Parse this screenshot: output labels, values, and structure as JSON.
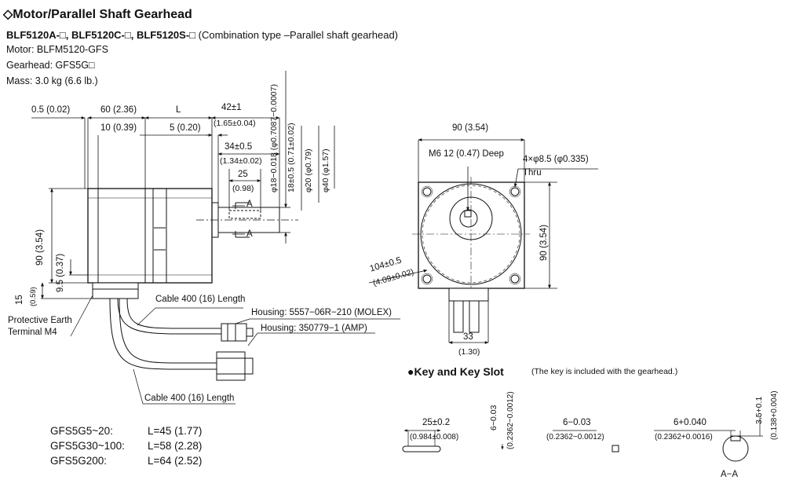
{
  "header": {
    "title": "◇Motor/Parallel Shaft Gearhead",
    "models": "BLF5120A-□, BLF5120C-□, BLF5120S-□",
    "models_note": "(Combination type –Parallel shaft gearhead)",
    "motor": "Motor: BLFM5120-GFS",
    "gearhead": "Gearhead: GFS5G□",
    "mass": "Mass: 3.0 kg (6.6 lb.)"
  },
  "side_view": {
    "dim_05": "0.5 (0.02)",
    "dim_60": "60 (2.36)",
    "dim_L": "L",
    "dim_42": "42±1",
    "dim_42_in": "(1.65±0.04)",
    "dim_10": "10 (0.39)",
    "dim_5": "5 (0.20)",
    "dim_34": "34±0.5",
    "dim_34_in": "(1.34±0.02)",
    "dim_25": "25",
    "dim_25_in": "(0.98)",
    "dia_18": "φ18−0.018 (φ0.7087−0.0007)",
    "key_18": "18±0.5 (0.71±0.02)",
    "dia_20": "φ20 (φ0.79)",
    "dia_40": "φ40 (φ1.57)",
    "dim_90": "90 (3.54)",
    "dim_95": "9.5 (0.37)",
    "dim_15": "15",
    "dim_15_in": "(0.59)",
    "section_mark": "A",
    "pe_label_1": "Protective Earth",
    "pe_label_2": "Terminal M4",
    "cable1": "Cable 400 (16) Length",
    "housing1": "Housing: 5557−06R−210 (MOLEX)",
    "housing2": "Housing: 350779−1 (AMP)",
    "cable2": "Cable 400 (16) Length"
  },
  "front_view": {
    "dim_90_top": "90 (3.54)",
    "m6": "M6 12 (0.47) Deep",
    "holes": "4×φ8.5 (φ0.335)",
    "thru": "Thru",
    "dim_104": "104±0.5",
    "dim_104_in": "(4.09±0.02)",
    "dim_90_right": "90 (3.54)",
    "dim_33": "33",
    "dim_33_in": "(1.30)"
  },
  "lengths": [
    {
      "model": "GFS5G5~20:",
      "value": "L=45 (1.77)"
    },
    {
      "model": "GFS5G30~100:",
      "value": "L=58 (2.28)"
    },
    {
      "model": "GFS5G200:",
      "value": "L=64 (2.52)"
    }
  ],
  "key_section": {
    "title": "●Key and Key Slot",
    "note": "(The key is included with the gearhead.)",
    "key_len": "25±0.2",
    "key_len_in": "(0.984±0.008)",
    "key_h": "6−0.03",
    "key_h_in": "(0.2362−0.0012)",
    "key_w": "6−0.03",
    "key_w_in": "(0.2362−0.0012)",
    "slot_w": "6+0.040",
    "slot_w_in": "(0.2362+0.0016)",
    "slot_d": "3.5+0.1",
    "slot_d_in": "(0.138+0.004)",
    "section_label": "A−A"
  }
}
